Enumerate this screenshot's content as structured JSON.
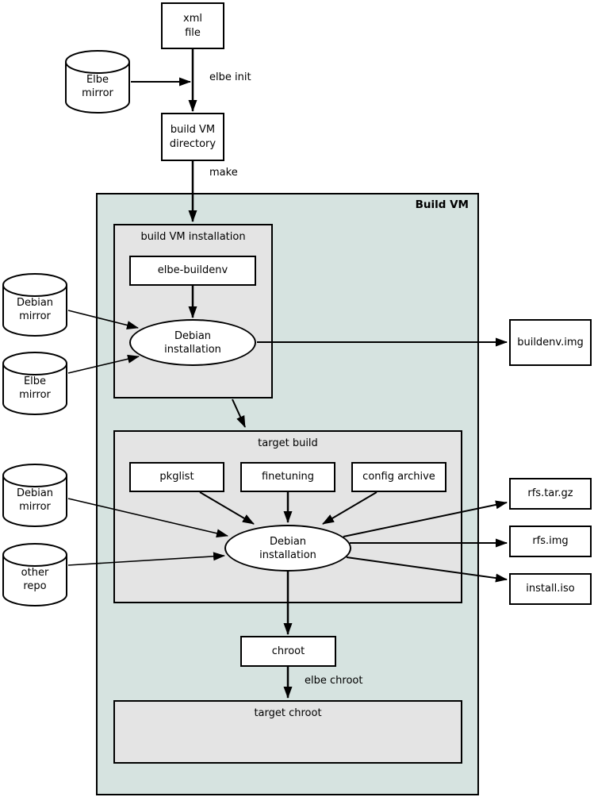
{
  "container": {
    "label": "Build VM"
  },
  "sections": {
    "build_vm_installation": "build VM installation",
    "target_build": "target build",
    "target_chroot": "target chroot"
  },
  "nodes": {
    "xml_file": {
      "line1": "xml",
      "line2": "file"
    },
    "elbe_mirror_top": {
      "line1": "Elbe",
      "line2": "mirror"
    },
    "build_vm_directory": {
      "line1": "build VM",
      "line2": "directory"
    },
    "elbe_buildenv": {
      "label": "elbe-buildenv"
    },
    "debian_mirror_1": {
      "line1": "Debian",
      "line2": "mirror"
    },
    "elbe_mirror_2": {
      "line1": "Elbe",
      "line2": "mirror"
    },
    "debian_installation_1": {
      "line1": "Debian",
      "line2": "installation"
    },
    "buildenv_img": {
      "label": "buildenv.img"
    },
    "pkglist": {
      "label": "pkglist"
    },
    "finetuning": {
      "label": "finetuning"
    },
    "config_archive": {
      "label": "config archive"
    },
    "debian_mirror_2": {
      "line1": "Debian",
      "line2": "mirror"
    },
    "other_repo": {
      "line1": "other",
      "line2": "repo"
    },
    "debian_installation_2": {
      "line1": "Debian",
      "line2": "installation"
    },
    "rfs_tar_gz": {
      "label": "rfs.tar.gz"
    },
    "rfs_img": {
      "label": "rfs.img"
    },
    "install_iso": {
      "label": "install.iso"
    },
    "chroot": {
      "label": "chroot"
    }
  },
  "edge_labels": {
    "elbe_init": "elbe init",
    "make": "make",
    "elbe_chroot": "elbe chroot"
  },
  "colors": {
    "build_vm_bg": "#d6e3e0",
    "section_bg": "#e4e4e4",
    "node_bg": "#ffffff",
    "line": "#000000"
  }
}
